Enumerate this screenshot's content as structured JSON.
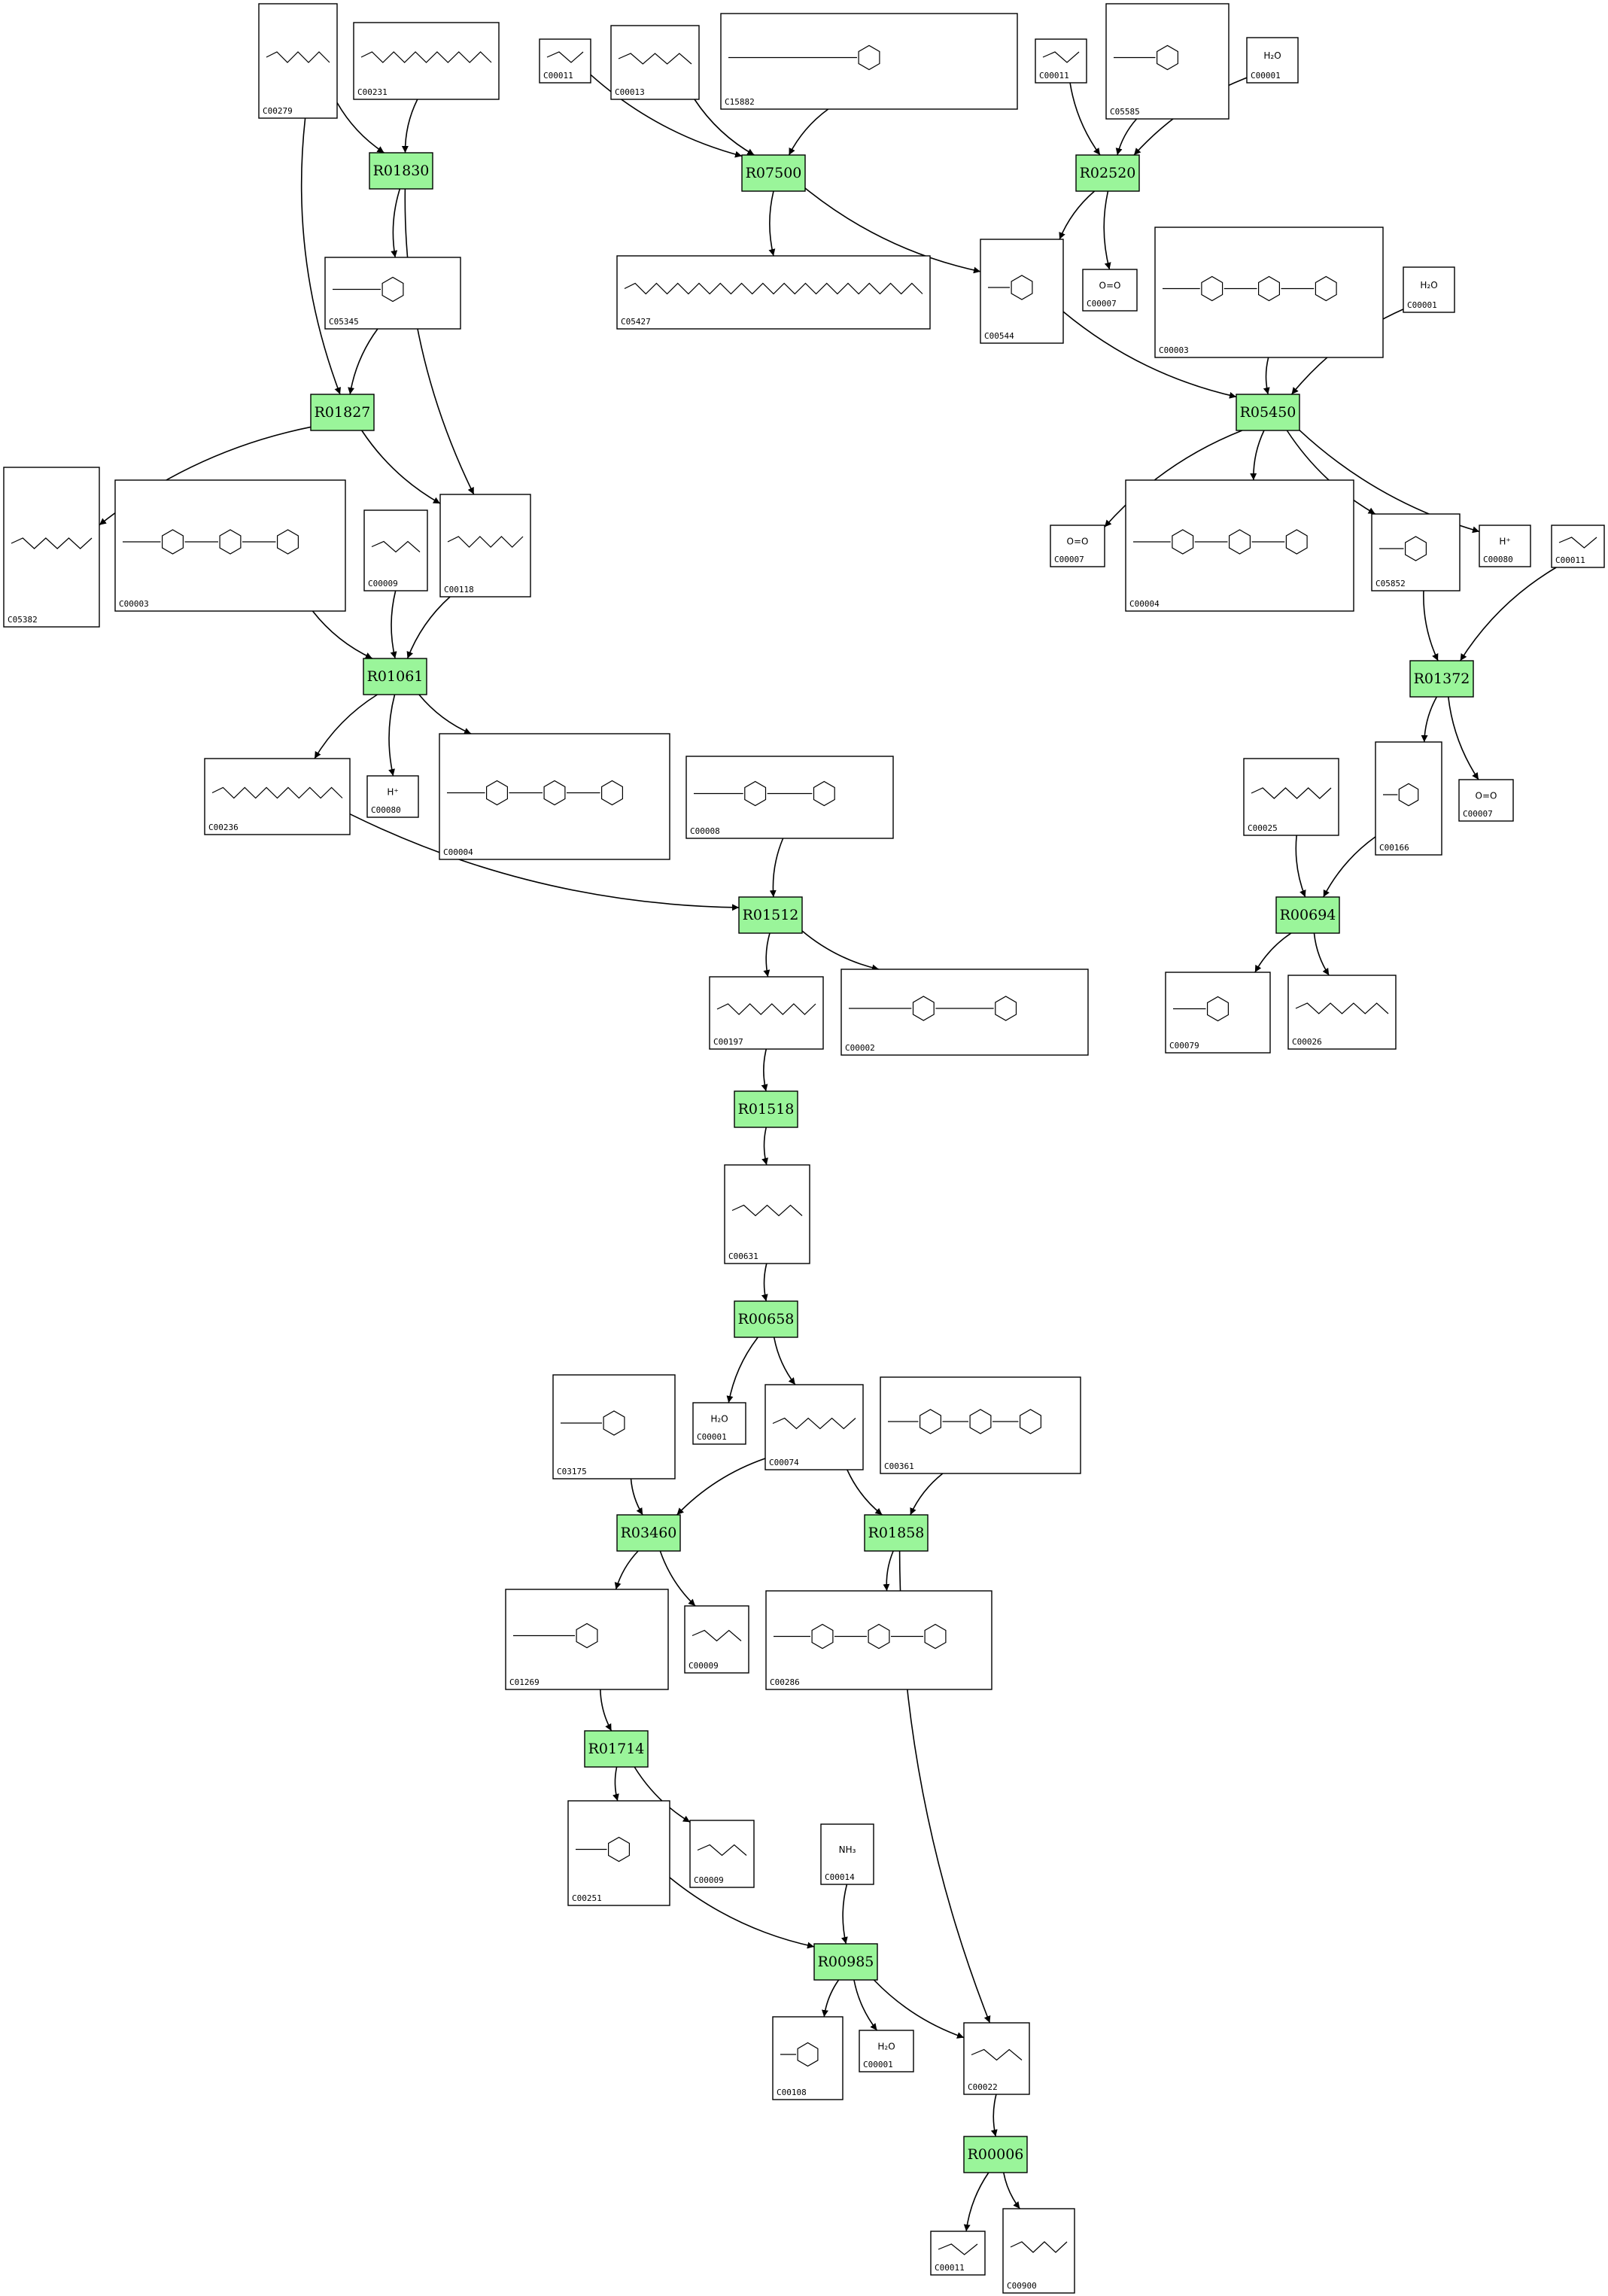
{
  "reactions": [
    {
      "id": "R01830"
    },
    {
      "id": "R07500"
    },
    {
      "id": "R02520"
    },
    {
      "id": "R01827"
    },
    {
      "id": "R05450"
    },
    {
      "id": "R01061"
    },
    {
      "id": "R01372"
    },
    {
      "id": "R01512"
    },
    {
      "id": "R00694"
    },
    {
      "id": "R01518"
    },
    {
      "id": "R00658"
    },
    {
      "id": "R03460"
    },
    {
      "id": "R01858"
    },
    {
      "id": "R01714"
    },
    {
      "id": "R00985"
    },
    {
      "id": "R00006"
    }
  ],
  "compounds": [
    {
      "key": "c00279",
      "label": "C00279"
    },
    {
      "key": "c00231",
      "label": "C00231"
    },
    {
      "key": "c00011_a",
      "label": "C00011"
    },
    {
      "key": "c00013",
      "label": "C00013"
    },
    {
      "key": "c15882",
      "label": "C15882"
    },
    {
      "key": "c00011_b",
      "label": "C00011"
    },
    {
      "key": "c05585",
      "label": "C05585"
    },
    {
      "key": "c00001_a",
      "label": "C00001",
      "formula": "H₂O"
    },
    {
      "key": "c05345",
      "label": "C05345"
    },
    {
      "key": "c05427",
      "label": "C05427"
    },
    {
      "key": "c00544",
      "label": "C00544"
    },
    {
      "key": "c00007_a",
      "label": "C00007",
      "formula": "O=O"
    },
    {
      "key": "c00003_a",
      "label": "C00003"
    },
    {
      "key": "c00001_b",
      "label": "C00001",
      "formula": "H₂O"
    },
    {
      "key": "c05382",
      "label": "C05382"
    },
    {
      "key": "c00003_b",
      "label": "C00003"
    },
    {
      "key": "c00009_a",
      "label": "C00009"
    },
    {
      "key": "c00118",
      "label": "C00118"
    },
    {
      "key": "c00007_b",
      "label": "C00007",
      "formula": "O=O"
    },
    {
      "key": "c00004_a",
      "label": "C00004"
    },
    {
      "key": "c05852",
      "label": "C05852"
    },
    {
      "key": "c00080_a",
      "label": "C00080",
      "formula": "H⁺"
    },
    {
      "key": "c00011_c",
      "label": "C00011"
    },
    {
      "key": "c00236",
      "label": "C00236"
    },
    {
      "key": "c00080_b",
      "label": "C00080",
      "formula": "H⁺"
    },
    {
      "key": "c00004_b",
      "label": "C00004"
    },
    {
      "key": "c00008",
      "label": "C00008"
    },
    {
      "key": "c00025",
      "label": "C00025"
    },
    {
      "key": "c00166",
      "label": "C00166"
    },
    {
      "key": "c00007_c",
      "label": "C00007",
      "formula": "O=O"
    },
    {
      "key": "c00197",
      "label": "C00197"
    },
    {
      "key": "c00002",
      "label": "C00002"
    },
    {
      "key": "c00079",
      "label": "C00079"
    },
    {
      "key": "c00026",
      "label": "C00026"
    },
    {
      "key": "c00631",
      "label": "C00631"
    },
    {
      "key": "c03175",
      "label": "C03175"
    },
    {
      "key": "c00001_c",
      "label": "C00001",
      "formula": "H₂O"
    },
    {
      "key": "c00074",
      "label": "C00074"
    },
    {
      "key": "c00361",
      "label": "C00361"
    },
    {
      "key": "c01269",
      "label": "C01269"
    },
    {
      "key": "c00009_b",
      "label": "C00009"
    },
    {
      "key": "c00286",
      "label": "C00286"
    },
    {
      "key": "c00251",
      "label": "C00251"
    },
    {
      "key": "c00009_c",
      "label": "C00009"
    },
    {
      "key": "c00014",
      "label": "C00014",
      "formula": "NH₃"
    },
    {
      "key": "c00108",
      "label": "C00108"
    },
    {
      "key": "c00001_d",
      "label": "C00001",
      "formula": "H₂O"
    },
    {
      "key": "c00022",
      "label": "C00022"
    },
    {
      "key": "c00011_d",
      "label": "C00011"
    },
    {
      "key": "c00900",
      "label": "C00900"
    }
  ]
}
